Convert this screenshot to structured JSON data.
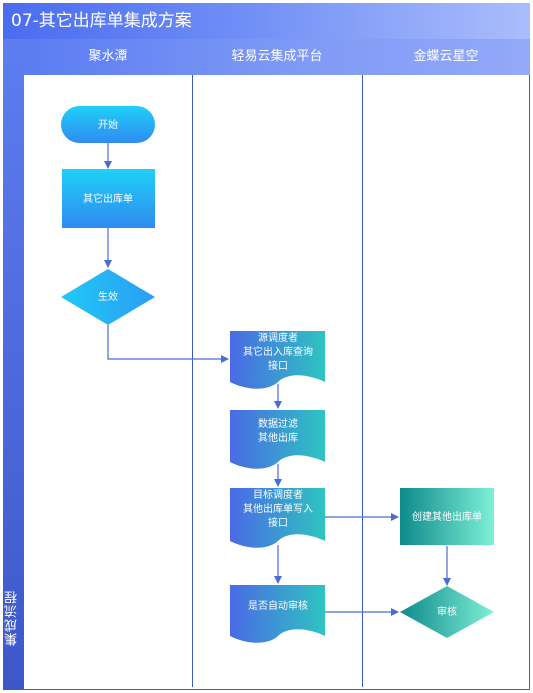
{
  "title": "07-其它出库单集成方案",
  "side_label": "集成流程",
  "lanes": [
    "聚水潭",
    "轻易云集成平台",
    "金蝶云星空"
  ],
  "nodes": {
    "start": "开始",
    "other_outbound": "其它出库单",
    "effective": "生效",
    "source_scheduler": [
      "源调度者",
      "其它出入库查询",
      "接口"
    ],
    "data_filter": [
      "数据过滤",
      "其他出库"
    ],
    "target_scheduler": [
      "目标调度者",
      "其他出库单写入",
      "接口"
    ],
    "auto_audit": "是否自动审核",
    "create_outbound": "创建其他出库单",
    "audit": "审核"
  },
  "colors": {
    "frame": "#3b5cc4",
    "connector": "#4a6cd4",
    "blue_shape_top": "#1fd0f8",
    "blue_shape_bottom": "#2f8bf0",
    "doc_left": "#4a6ae6",
    "doc_right": "#2ec4c0",
    "teal_dark": "#0e8a8a",
    "teal_light": "#7ef0d8"
  }
}
